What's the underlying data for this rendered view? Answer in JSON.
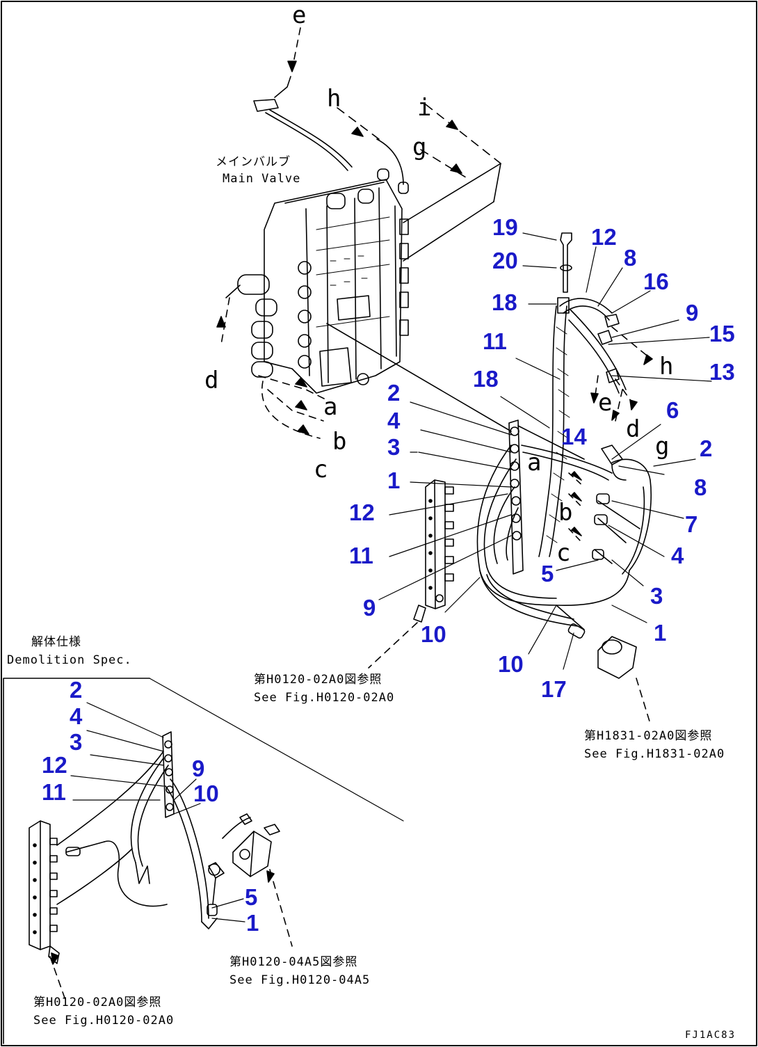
{
  "labels": {
    "main_valve_jp": "メインバルブ",
    "main_valve_en": "Main Valve",
    "demolition_jp": "解体仕様",
    "demolition_en": "Demolition Spec.",
    "ref_upper_left_jp": "第H0120-02A0図参照",
    "ref_upper_left_en": "See Fig.H0120-02A0",
    "ref_right_jp": "第H1831-02A0図参照",
    "ref_right_en": "See Fig.H1831-02A0",
    "ref_lower_mid_jp": "第H0120-04A5図参照",
    "ref_lower_mid_en": "See Fig.H0120-04A5",
    "ref_lower_left_jp": "第H0120-02A0図参照",
    "ref_lower_left_en": "See Fig.H0120-02A0",
    "figure_code": "FJ1AC83"
  },
  "letters": {
    "e_top": "e",
    "h_top": "h",
    "i_top": "i",
    "g_top": "g",
    "d_left": "d",
    "a_left": "a",
    "b_left": "b",
    "c_left": "c",
    "h_right": "h",
    "e_right": "e",
    "d_right": "d",
    "g_right": "g",
    "a_right": "a",
    "b_right": "b",
    "c_right": "c"
  },
  "callouts": {
    "r19": "19",
    "r20": "20",
    "r12": "12",
    "r8a": "8",
    "r16": "16",
    "r18a": "18",
    "r9": "9",
    "r15": "15",
    "r11": "11",
    "r13": "13",
    "r18b": "18",
    "r6": "6",
    "r14": "14",
    "r2a": "2",
    "r2b": "2",
    "r4a": "4",
    "r3a": "3",
    "r8b": "8",
    "r1a": "1",
    "r12b": "12",
    "r7": "7",
    "r11b": "11",
    "r4b": "4",
    "r5a": "5",
    "r3b": "3",
    "r9b": "9",
    "r10a": "10",
    "r1b": "1",
    "r10b": "10",
    "r17": "17",
    "d2": "2",
    "d4": "4",
    "d3": "3",
    "d12": "12",
    "d9": "9",
    "d11": "11",
    "d10": "10",
    "d5": "5",
    "d1": "1"
  },
  "colors": {
    "callout": "#1a1ac8",
    "line": "#000000"
  }
}
